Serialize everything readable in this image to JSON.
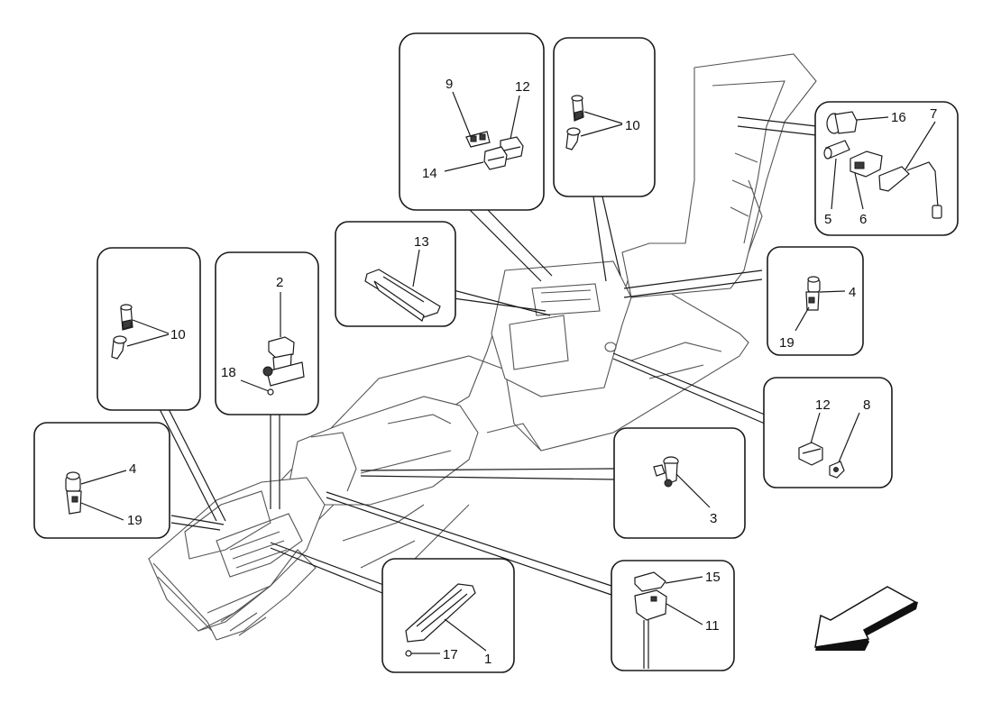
{
  "diagram": {
    "type": "exploded-parts-diagram",
    "subject": "center console switches and sockets",
    "callouts": {
      "top_left_box": {
        "labels": [
          "9",
          "12",
          "14"
        ]
      },
      "top_mid_box": {
        "labels": [
          "10"
        ]
      },
      "top_right_box": {
        "labels": [
          "16",
          "7",
          "5",
          "6"
        ]
      },
      "switch_13_box": {
        "labels": [
          "13"
        ]
      },
      "left_10_box": {
        "labels": [
          "10"
        ]
      },
      "switch_2_box": {
        "labels": [
          "2",
          "18"
        ]
      },
      "right_4_box": {
        "labels": [
          "4",
          "19"
        ]
      },
      "right_12_box": {
        "labels": [
          "12",
          "8"
        ]
      },
      "right_3_box": {
        "labels": [
          "3"
        ]
      },
      "left_4_box": {
        "labels": [
          "4",
          "19"
        ]
      },
      "bottom_1_box": {
        "labels": [
          "1",
          "17"
        ]
      },
      "bottom_15_box": {
        "labels": [
          "15",
          "11"
        ]
      }
    },
    "orientation_arrow": "arrow-down-left"
  }
}
